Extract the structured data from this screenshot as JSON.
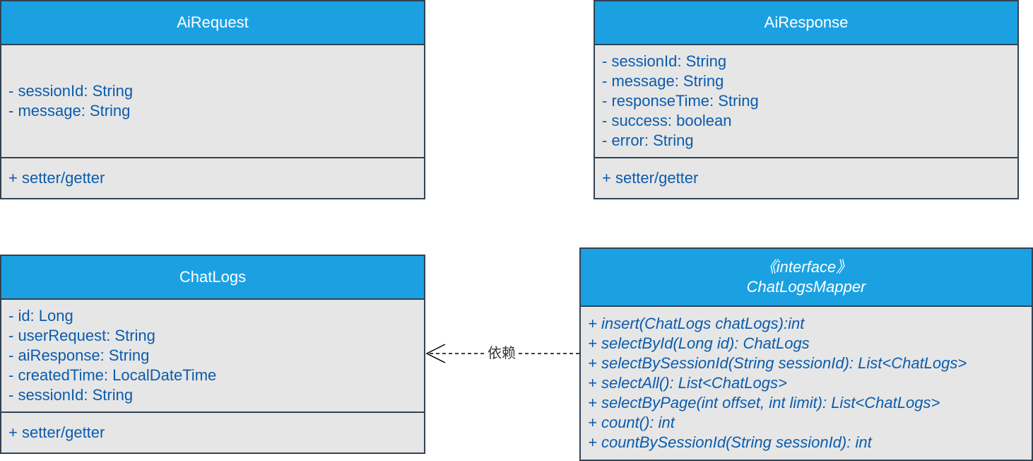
{
  "classes": {
    "ai_request": {
      "name": "AiRequest",
      "attributes": [
        "- sessionId: String",
        "- message: String"
      ],
      "methods": [
        "+ setter/getter"
      ]
    },
    "ai_response": {
      "name": "AiResponse",
      "attributes": [
        "- sessionId: String",
        "- message: String",
        "- responseTime: String",
        "- success: boolean",
        "- error: String"
      ],
      "methods": [
        "+ setter/getter"
      ]
    },
    "chat_logs": {
      "name": "ChatLogs",
      "attributes": [
        "- id: Long",
        "- userRequest: String",
        "- aiResponse: String",
        "- createdTime: LocalDateTime",
        "- sessionId: String"
      ],
      "methods": [
        "+ setter/getter"
      ]
    },
    "chat_logs_mapper": {
      "stereotype": "《interface》",
      "name": "ChatLogsMapper",
      "methods": [
        "+ insert(ChatLogs chatLogs):int",
        "+ selectById(Long id): ChatLogs",
        "+ selectBySessionId(String sessionId): List<ChatLogs>",
        "+ selectAll(): List<ChatLogs>",
        "+ selectByPage(int offset, int limit): List<ChatLogs>",
        "+ count(): int",
        "+ countBySessionId(String sessionId): int"
      ]
    }
  },
  "relations": {
    "dependency_label": "依赖"
  },
  "colors": {
    "header_fill": "#1ba1e2",
    "body_fill": "#e6e6e6",
    "border": "#314354",
    "member_text": "#0b5cad"
  }
}
